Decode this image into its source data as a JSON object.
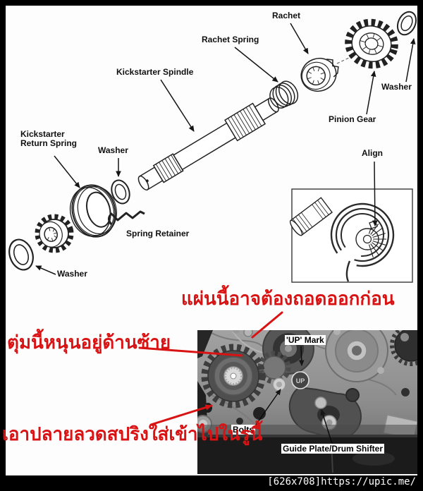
{
  "diagram": {
    "labels": {
      "kickstarter_spindle": "Kickstarter Spindle",
      "rachet": "Rachet",
      "rachet_spring": "Rachet Spring",
      "pinion_gear": "Pinion Gear",
      "washer_top_right": "Washer",
      "return_spring_line1": "Kickstarter",
      "return_spring_line2": "Return Spring",
      "washer_middle": "Washer",
      "spring_retainer": "Spring Retainer",
      "washer_bottom_left": "Washer",
      "align": "Align"
    }
  },
  "photo": {
    "labels": {
      "up_mark": "'UP' Mark",
      "bolts": "Bolts",
      "guide_plate": "Guide Plate/Drum Shifter",
      "up_engraving": "UP"
    }
  },
  "annotations": {
    "color": "#d91313",
    "top": "แผ่นนี้อาจต้องถอดออกก่อน",
    "left": "ตุ่มนี้หนุนอยู่ด้านซ้าย",
    "bottom": "เอาปลายลวดสปริงใส่เข้าไปในรูนี้"
  },
  "watermark": "[626x708]https://upic.me/"
}
